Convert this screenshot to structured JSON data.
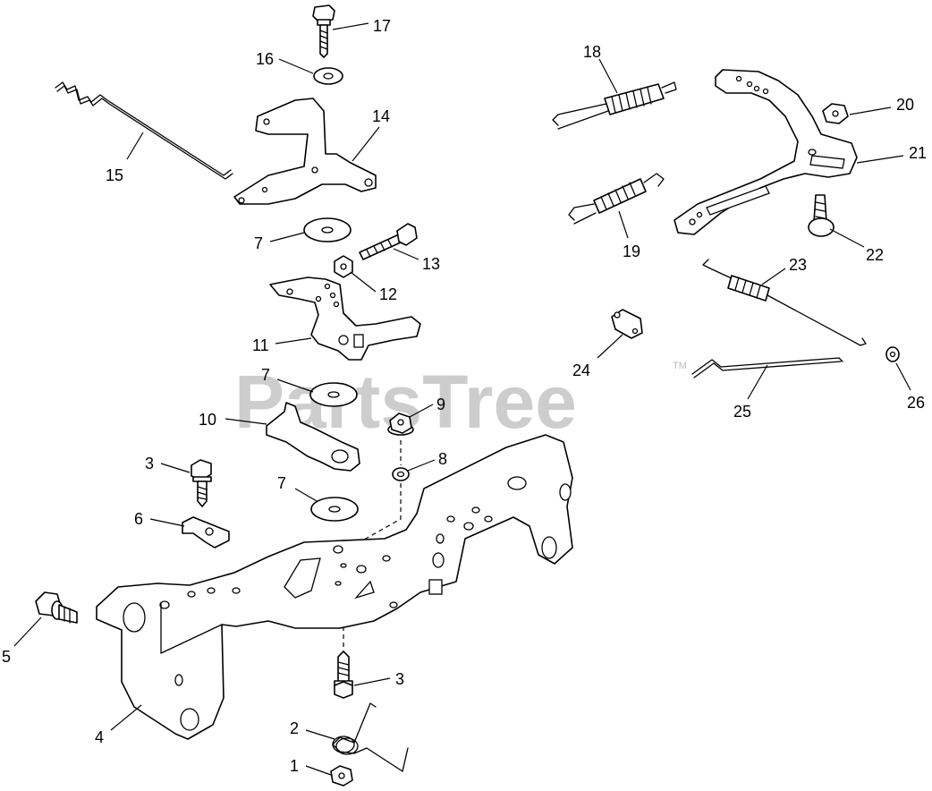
{
  "watermark": {
    "text": "PartsTree",
    "trademark": "TM"
  },
  "callouts": [
    {
      "id": "c1",
      "label": "1"
    },
    {
      "id": "c2",
      "label": "2"
    },
    {
      "id": "c3a",
      "label": "3"
    },
    {
      "id": "c3b",
      "label": "3"
    },
    {
      "id": "c4",
      "label": "4"
    },
    {
      "id": "c5",
      "label": "5"
    },
    {
      "id": "c6",
      "label": "6"
    },
    {
      "id": "c7a",
      "label": "7"
    },
    {
      "id": "c7b",
      "label": "7"
    },
    {
      "id": "c7c",
      "label": "7"
    },
    {
      "id": "c8",
      "label": "8"
    },
    {
      "id": "c9",
      "label": "9"
    },
    {
      "id": "c10",
      "label": "10"
    },
    {
      "id": "c11",
      "label": "11"
    },
    {
      "id": "c12",
      "label": "12"
    },
    {
      "id": "c13",
      "label": "13"
    },
    {
      "id": "c14",
      "label": "14"
    },
    {
      "id": "c15",
      "label": "15"
    },
    {
      "id": "c16",
      "label": "16"
    },
    {
      "id": "c17",
      "label": "17"
    },
    {
      "id": "c18",
      "label": "18"
    },
    {
      "id": "c19",
      "label": "19"
    },
    {
      "id": "c20",
      "label": "20"
    },
    {
      "id": "c21",
      "label": "21"
    },
    {
      "id": "c22",
      "label": "22"
    },
    {
      "id": "c23",
      "label": "23"
    },
    {
      "id": "c24",
      "label": "24"
    },
    {
      "id": "c25",
      "label": "25"
    },
    {
      "id": "c26",
      "label": "26"
    }
  ]
}
